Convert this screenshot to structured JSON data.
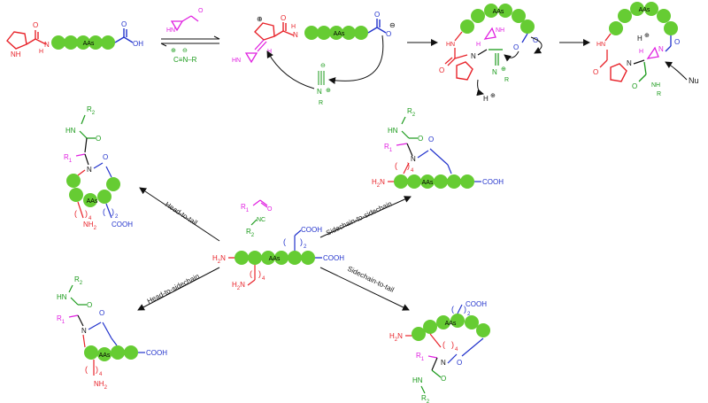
{
  "colors": {
    "peptide": "#66cc33",
    "peptide_stroke": "#339900",
    "amine": "#e8232a",
    "acid": "#2233cc",
    "aldehyde": "#e020e0",
    "isocyanide": "#1a9a1a",
    "bond": "#111111"
  },
  "labels": {
    "aas": "AAs",
    "oh": "OH",
    "h": "H",
    "hn": "HN",
    "nh": "NH",
    "n": "N",
    "o": "O",
    "nu": "Nu",
    "r": "R",
    "r1": "R",
    "r1_sub": "1",
    "r2": "R",
    "r2_sub": "2",
    "nc": "NC",
    "cooh": "COOH",
    "h2n": "H",
    "h2n_sub": "2",
    "h2n_n": "N",
    "nh2": "NH",
    "nh2_sub": "2",
    "sub4": "4",
    "sub2": "2",
    "iso_reagent": "C≡N–R",
    "plus": "⊕",
    "minus": "⊖"
  },
  "reactions": {
    "head_to_tail": "Head-to-tail",
    "sidechain_to_sidechain": "Sidechain-to-sidechain",
    "head_to_sidechain": "Head-to-sidechain",
    "sidechain_to_tail": "Sidechain-to-tail"
  }
}
